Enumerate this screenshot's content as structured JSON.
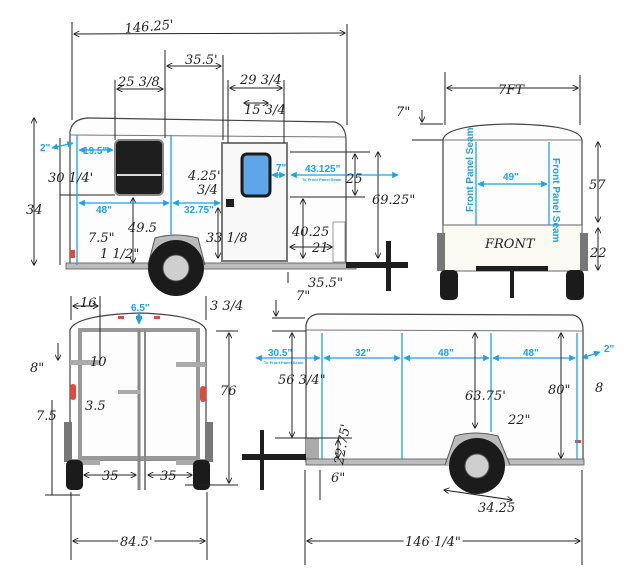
{
  "colors": {
    "annotation_blue": "#1aa3e8",
    "ink": "#222222",
    "light_red": "#e04a3a"
  },
  "side_view": {
    "overall_length": "146.25'",
    "window_to_door": "35.5'",
    "window_width": "25 3/8",
    "door_width": "29 3/4",
    "door_window_width": "15 3/4",
    "roof_offset": "2\"",
    "rear_to_window": "19.5\"",
    "top_to_window": "30 1/4'",
    "body_height": "34",
    "rear_to_axle": "48\"",
    "axle_to_latch": "32.75\"",
    "latch_offset": "4.25'",
    "latch_small": "3/4",
    "window_bottom_height": "49.5",
    "light_height": "7.5\"",
    "rail_height": "1 1/2\"",
    "latch_height": "33 1/8",
    "door_window_gap": "7\"",
    "door_to_front_seam": "43.125\"",
    "door_to_front_seam_note": "To Front Panel Seam",
    "door_window_height": "25",
    "door_height": "69.25\"",
    "door_window_bottom": "40.25",
    "door_to_box": "21",
    "door_to_front": "35.5\""
  },
  "front_view": {
    "roof_height": "7\"",
    "width": "7FT",
    "seam_spacing": "49\"",
    "seam_label_left": "Front Panel Seam",
    "seam_label_right": "Front Panel Seam",
    "panel_label": "FRONT",
    "upper_height": "57",
    "lower_height": "22"
  },
  "rear_view": {
    "hinge_offset": "16",
    "light_spacing": "6.5\"",
    "side_offset": "3 3/4",
    "hinge_height": "8\"",
    "hinge_length": "10",
    "light_width": "3.5",
    "light_height": "7.5",
    "door_height": "76",
    "left_door_width": "35",
    "right_door_width": "35",
    "overall_width": "84.5'"
  },
  "side_view_2": {
    "roof_height": "7\"",
    "front_to_seam": "30.5\"",
    "front_to_seam_note": "To Front Panel Seam",
    "panel_1": "32\"",
    "panel_2": "48\"",
    "panel_3": "48\"",
    "rear_offset": "2\"",
    "front_upper_height": "56 3/4\"",
    "fender_clearance": "63.75'",
    "fender_width": "22\"",
    "interior_height": "80\"",
    "rear_height": "8",
    "front_lower_height": "22.75'",
    "front_overhang": "6\"",
    "fender_span": "34.25",
    "overall_length": "146 1/4\""
  }
}
